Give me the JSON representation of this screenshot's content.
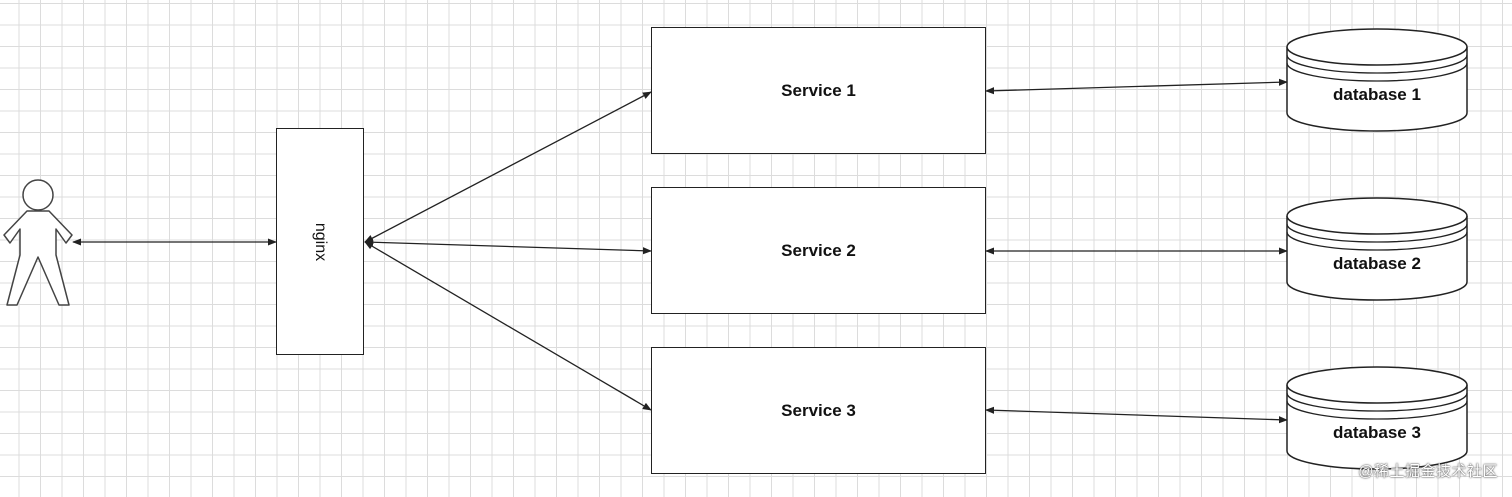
{
  "nodes": {
    "nginx": "nginx",
    "services": [
      "Service 1",
      "Service 2",
      "Service 3"
    ],
    "databases": [
      "database 1",
      "database 2",
      "database 3"
    ]
  },
  "watermark": "@稀土掘金技术社区",
  "colors": {
    "stroke": "#222222",
    "grid": "#dcdcdc",
    "background": "#ffffff"
  }
}
